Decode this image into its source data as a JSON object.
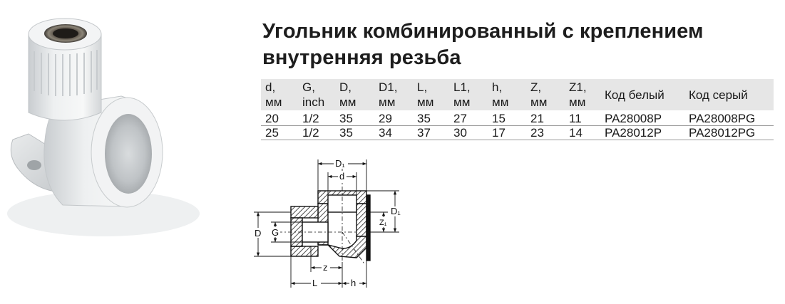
{
  "title": {
    "line1": "Угольник комбинированный с креплением",
    "line2": "внутренняя резьба"
  },
  "table": {
    "headers": [
      {
        "top": "d,",
        "bottom": "мм"
      },
      {
        "top": "G,",
        "bottom": "inch"
      },
      {
        "top": "D,",
        "bottom": "мм"
      },
      {
        "top": "D1,",
        "bottom": "мм"
      },
      {
        "top": "L,",
        "bottom": "мм"
      },
      {
        "top": "L1,",
        "bottom": "мм"
      },
      {
        "top": "h,",
        "bottom": "мм"
      },
      {
        "top": "Z,",
        "bottom": "мм"
      },
      {
        "top": "Z1,",
        "bottom": "мм"
      },
      {
        "label": "Код белый"
      },
      {
        "label": "Код серый"
      }
    ],
    "rows": [
      [
        "20",
        "1/2",
        "35",
        "29",
        "35",
        "27",
        "15",
        "21",
        "11",
        "PA28008P",
        "PA28008PG"
      ],
      [
        "25",
        "1/2",
        "35",
        "34",
        "37",
        "30",
        "17",
        "23",
        "14",
        "PA28012P",
        "PA28012PG"
      ]
    ]
  },
  "drawing": {
    "labels": {
      "D1": "D₁",
      "d": "d",
      "D": "D",
      "G": "G",
      "Z1": "Z₁",
      "D1_side": "D₁",
      "Z": "z",
      "L": "L",
      "h": "h"
    }
  }
}
